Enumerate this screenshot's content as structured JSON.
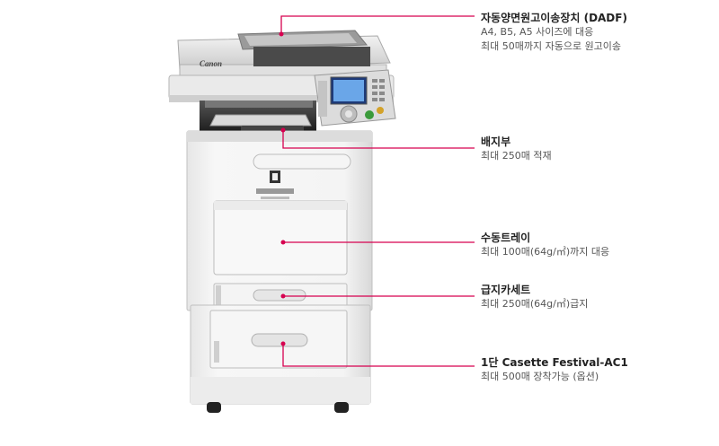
{
  "brand_logo": "Canon",
  "accent_color": "#d6004f",
  "callouts": [
    {
      "title": "자동양면원고이송장치 (DADF)",
      "lines": [
        "A4, B5, A5 사이즈에 대응",
        "최대 50매까지 자동으로 원고이송"
      ]
    },
    {
      "title": "배지부",
      "lines": [
        "최대 250매 적재"
      ]
    },
    {
      "title": "수동트레이",
      "lines": [
        "최대 100매(64g/㎡)까지 대응"
      ]
    },
    {
      "title": "급지카세트",
      "lines": [
        "최대 250매(64g/㎡)급지"
      ]
    },
    {
      "title": "1단 Casette Festival-AC1",
      "lines": [
        "최대 500매 장착가능 (옵션)"
      ]
    }
  ]
}
